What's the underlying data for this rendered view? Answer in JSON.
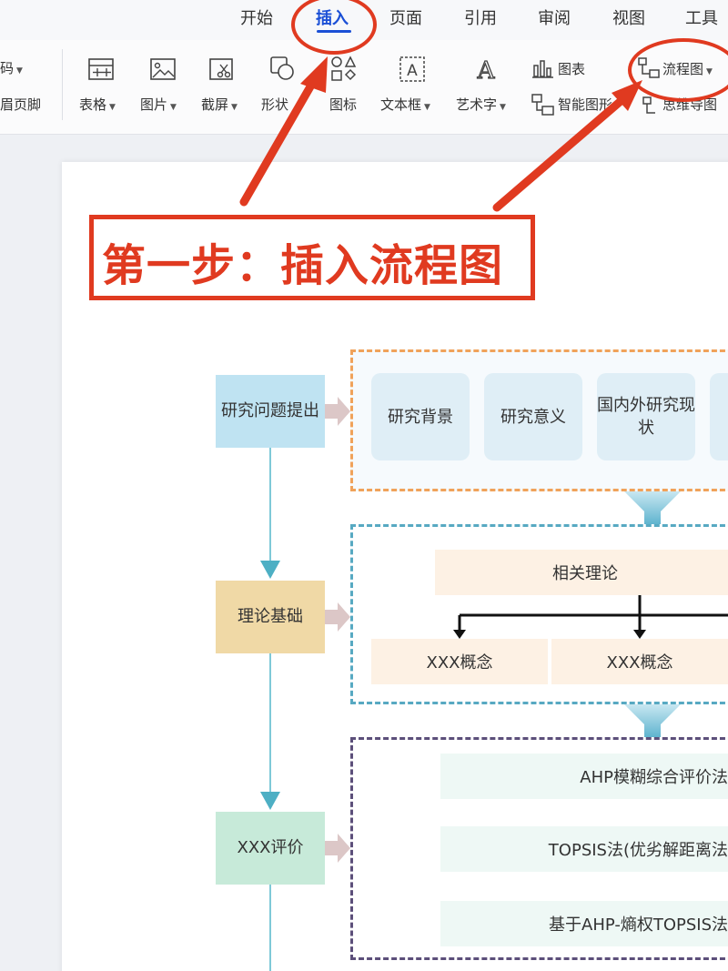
{
  "tabs": {
    "start": "开始",
    "insert": "插入",
    "page": "页面",
    "reference": "引用",
    "review": "审阅",
    "view": "视图",
    "tools": "工具"
  },
  "ribbon": {
    "code": "码",
    "header_footer": "眉页脚",
    "table": "表格",
    "picture": "图片",
    "screenshot": "截屏",
    "shape": "形状",
    "icon": "图标",
    "textbox": "文本框",
    "wordart": "艺术字",
    "chart": "图表",
    "smart_graphic": "智能图形",
    "flowchart": "流程图",
    "mindmap": "思维导图"
  },
  "annotation": {
    "text": "第一步：插入流程图",
    "color": "#e03a20"
  },
  "flowchart": {
    "step1": "研究问题提出",
    "step2": "理论基础",
    "step3": "XXX评价",
    "cards": [
      "研究背景",
      "研究意义",
      "国内外研究现状"
    ],
    "theory_title": "相关理论",
    "concepts": [
      "XXX概念",
      "XXX概念"
    ],
    "methods": [
      "AHP模糊综合评价法",
      "TOPSIS法(优劣解距离法",
      "基于AHP-熵权TOPSIS法"
    ]
  },
  "colors": {
    "accent_blue": "#1a4fd6",
    "step1_bg": "#bfe3f2",
    "step2_bg": "#f0d9a6",
    "step3_bg": "#c7ead9",
    "dash_orange": "#f0a25a",
    "dash_teal": "#57a9c2",
    "dash_purple": "#5c4f7a"
  }
}
